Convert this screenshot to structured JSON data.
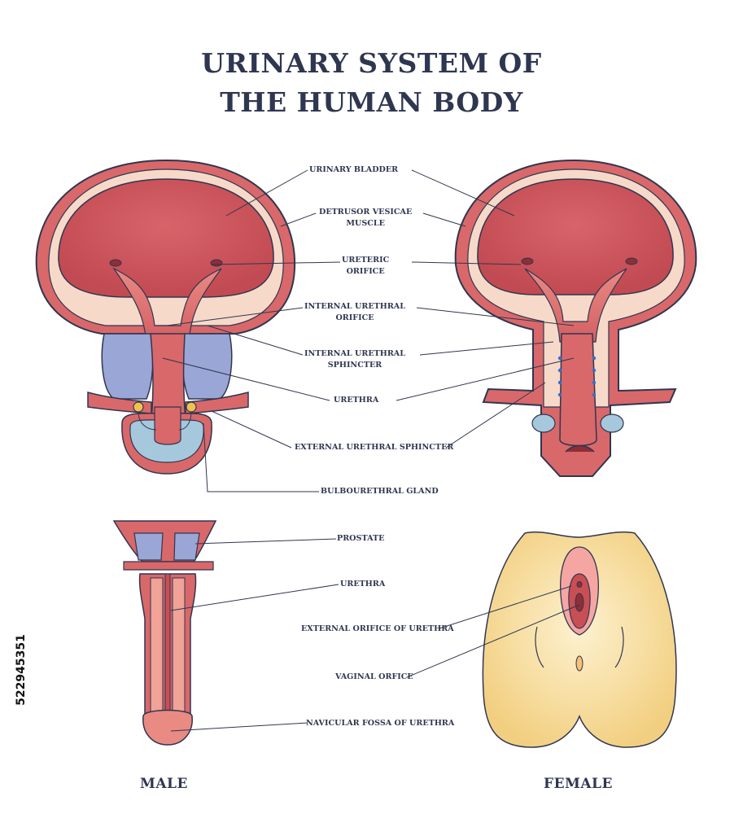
{
  "title": {
    "line1": "URINARY SYSTEM OF",
    "line2": "THE HUMAN BODY"
  },
  "labels": {
    "urinary_bladder": "URINARY BLADDER",
    "detrusor_line1": "DETRUSOR VESICAE",
    "detrusor_line2": "MUSCLE",
    "ureteric_line1": "URETERIC",
    "ureteric_line2": "ORIFICE",
    "internal_orifice_line1": "INTERNAL URETHRAL",
    "internal_orifice_line2": "ORIFICE",
    "internal_sphincter_line1": "INTERNAL URETHRAL",
    "internal_sphincter_line2": "SPHINCTER",
    "urethra_top": "URETHRA",
    "external_sphincter": "EXTERNAL URETHRAL SPHINCTER",
    "bulbourethral": "BULBOURETHRAL GLAND",
    "prostate": "PROSTATE",
    "urethra_bottom": "URETHRA",
    "external_orifice": "EXTERNAL ORIFICE OF URETHRA",
    "vaginal": "VAGINAL ORFICE",
    "navicular": "NAVICULAR FOSSA OF URETHRA"
  },
  "sections": {
    "male": "MALE",
    "female": "FEMALE"
  },
  "stock_id": "522945351",
  "colors": {
    "title": "#2f3650",
    "bladder_outer": "#d9686a",
    "bladder_inner": "#c84f55",
    "bladder_light": "#f0a396",
    "wall_pale": "#f6d9c8",
    "prostate_blue": "#9aa6d6",
    "gland_yellow": "#f2c14e",
    "skin": "#f7dc9c",
    "outline": "#2f3650"
  }
}
